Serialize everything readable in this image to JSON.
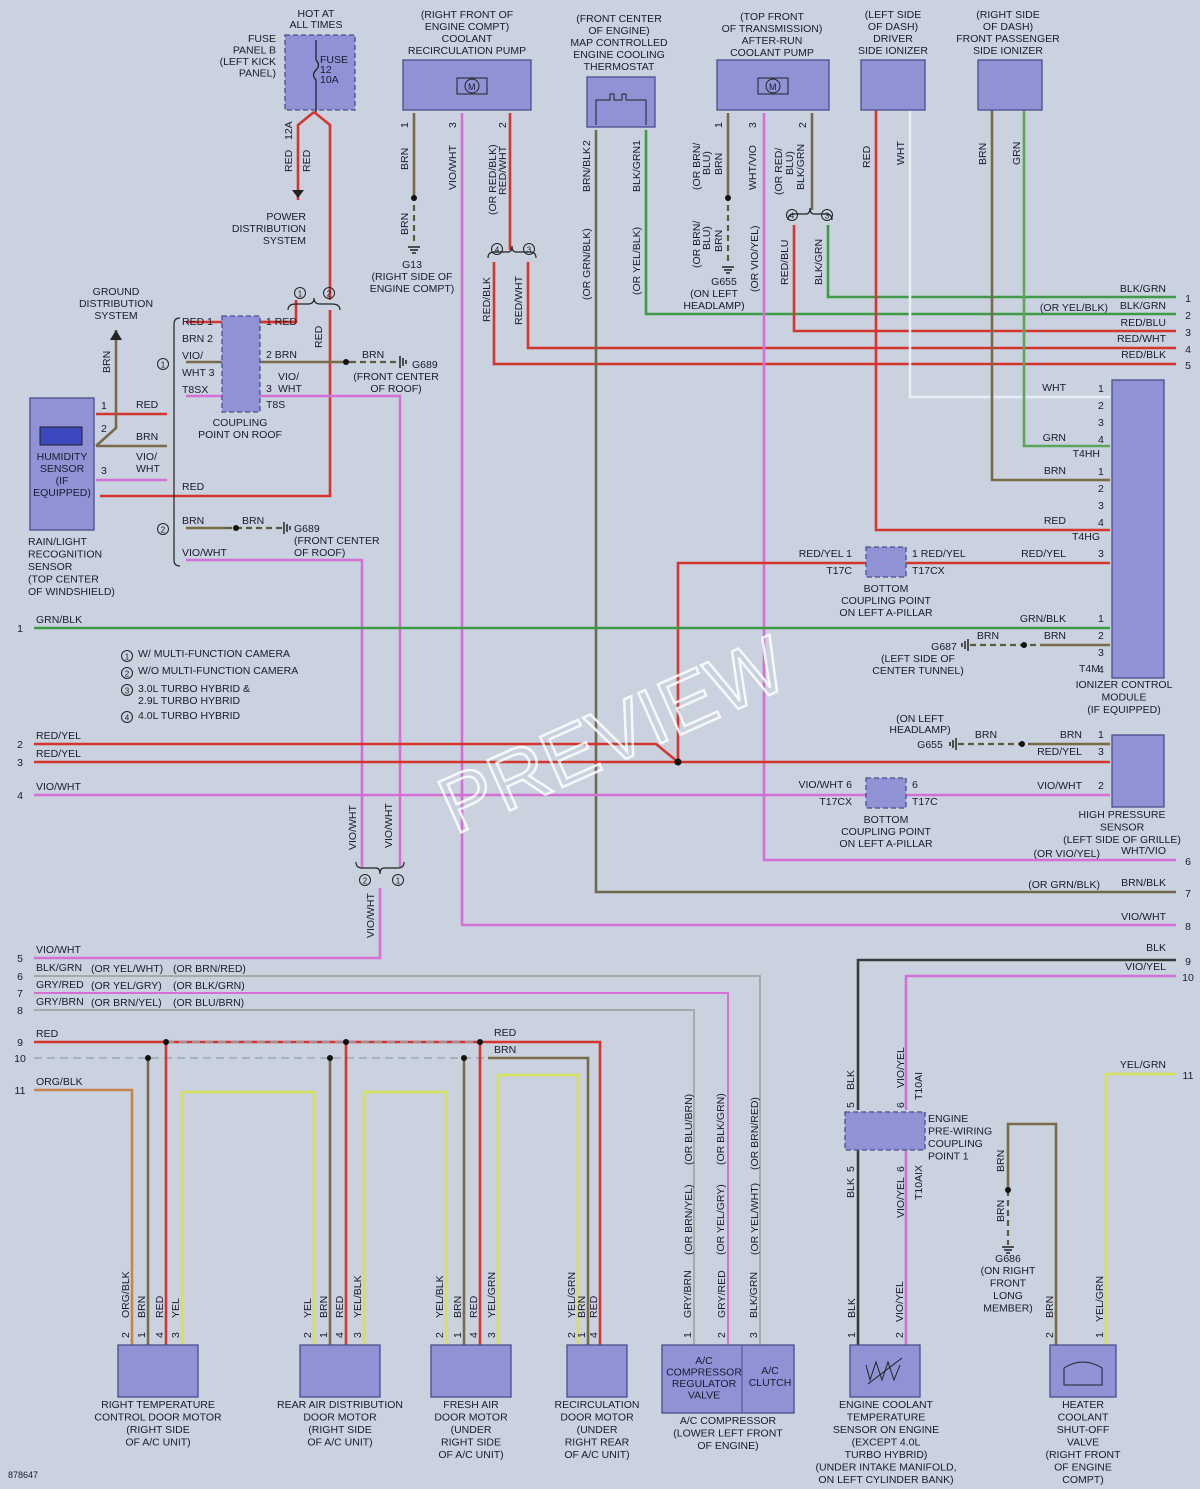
{
  "watermark": "PREVIEW",
  "diagram_id": "878647",
  "fuse_panel": {
    "hot": [
      "HOT AT",
      "ALL TIMES"
    ],
    "panel": [
      "FUSE",
      "PANEL B",
      "(LEFT KICK",
      "PANEL)"
    ],
    "fuse": [
      "FUSE",
      "12",
      "10A"
    ],
    "wire_no": "12A",
    "pds": [
      "POWER",
      "DISTRIBUTION",
      "SYSTEM"
    ]
  },
  "coolant_pump": {
    "title": [
      "(RIGHT FRONT OF",
      "ENGINE COMPT)",
      "COOLANT",
      "RECIRCULATION PUMP"
    ],
    "pins": [
      "1",
      "3",
      "2"
    ],
    "wires": [
      "BRN",
      "VIO/WHT",
      "(OR RED/BLK)",
      "RED/WHT"
    ],
    "ground": "G13",
    "ground_loc": [
      "(RIGHT SIDE OF",
      "ENGINE COMPT)"
    ]
  },
  "thermostat": {
    "title": [
      "(FRONT CENTER",
      "OF ENGINE)",
      "MAP CONTROLLED",
      "ENGINE COOLING",
      "THERMOSTAT"
    ],
    "pins": [
      "2",
      "1"
    ],
    "wires": [
      "BRN/BLK",
      "BLK/GRN",
      "(OR GRN/BLK)",
      "(OR YEL/BLK)"
    ]
  },
  "afterrun_pump": {
    "title": [
      "(TOP FRONT",
      "OF TRANSMISSION)",
      "AFTER-RUN",
      "COOLANT PUMP"
    ],
    "pins": [
      "1",
      "3",
      "2"
    ],
    "wires": [
      "(OR BRN/",
      "BLU)",
      "BRN",
      "WHT/VIO",
      "(OR RED/",
      "BLU)",
      "BLK/GRN",
      "(OR VIO/YEL)",
      "RED/BLU"
    ],
    "ground": "G655",
    "ground_loc": [
      "(ON LEFT",
      "HEADLAMP)"
    ]
  },
  "ionizer_driver": {
    "title": [
      "(LEFT SIDE",
      "OF DASH)",
      "DRIVER",
      "SIDE IONIZER"
    ],
    "wires": [
      "RED",
      "WHT"
    ]
  },
  "ionizer_pass": {
    "title": [
      "(RIGHT SIDE",
      "OF DASH)",
      "FRONT PASSENGER",
      "SIDE IONIZER"
    ],
    "wires": [
      "BRN",
      "GRN"
    ]
  },
  "ground_system": [
    "GROUND",
    "DISTRIBUTION",
    "SYSTEM"
  ],
  "humidity": {
    "label": [
      "HUMIDITY",
      "SENSOR",
      "(IF",
      "EQUIPPED)"
    ],
    "sensor": [
      "RAIN/LIGHT",
      "RECOGNITION",
      "SENSOR",
      "(TOP CENTER",
      "OF WINDSHIELD)"
    ],
    "pins": [
      "1",
      "2",
      "3"
    ],
    "wires": [
      "RED",
      "BRN",
      "VIO/",
      "WHT"
    ]
  },
  "coupling_roof": {
    "label": [
      "COUPLING",
      "POINT ON ROOF"
    ],
    "left": [
      "RED 1",
      "BRN 2",
      "VIO/",
      "WHT 3",
      "T8SX"
    ],
    "right": [
      "1 RED",
      "2  BRN",
      "3",
      "VIO/",
      "WHT",
      "T8S"
    ],
    "ground": "G689",
    "ground_loc": [
      "(FRONT CENTER",
      "OF ROOF)"
    ],
    "variant2": [
      "RED",
      "BRN",
      "BRN",
      "VIO/WHT"
    ]
  },
  "legend": [
    "W/ MULTI-FUNCTION CAMERA",
    "W/O MULTI-FUNCTION CAMERA",
    "3.0L TURBO HYBRID &",
    "2.9L TURBO HYBRID",
    "4.0L TURBO HYBRID"
  ],
  "right_edge": [
    {
      "n": "1",
      "wire": "BLK/GRN"
    },
    {
      "n": "2",
      "wire": "BLK/GRN",
      "alt": "(OR YEL/BLK)"
    },
    {
      "n": "3",
      "wire": "RED/BLU"
    },
    {
      "n": "4",
      "wire": "RED/WHT"
    },
    {
      "n": "5",
      "wire": "RED/BLK"
    },
    {
      "n": "6",
      "wire": "WHT/VIO",
      "alt": "(OR VIO/YEL)"
    },
    {
      "n": "7",
      "wire": "BRN/BLK",
      "alt": "(OR GRN/BLK)"
    },
    {
      "n": "8",
      "wire": "VIO/WHT"
    },
    {
      "n": "9",
      "wire": "BLK"
    },
    {
      "n": "10",
      "wire": "VIO/YEL"
    },
    {
      "n": "11",
      "wire": "YEL/GRN"
    }
  ],
  "ionizer_module": {
    "label": [
      "IONIZER CONTROL",
      "MODULE",
      "(IF EQUIPPED)"
    ],
    "t4hh": "T4HH",
    "t4hg": "T4HG",
    "t4m": "T4M",
    "wires": [
      "WHT",
      "GRN",
      "BRN",
      "RED",
      "RED/YEL",
      "GRN/BLK",
      "BRN"
    ],
    "ground": "G687",
    "ground_loc": [
      "(LEFT SIDE OF",
      "CENTER TUNNEL)"
    ]
  },
  "a_pillar_1": {
    "left": [
      "RED/YEL  1",
      "T17C"
    ],
    "right": [
      "1  RED/YEL",
      "T17CX"
    ],
    "label": [
      "BOTTOM",
      "COUPLING POINT",
      "ON LEFT A-PILLAR"
    ]
  },
  "a_pillar_2": {
    "left": [
      "VIO/WHT  6",
      "T17CX"
    ],
    "right": [
      "6",
      "T17C"
    ],
    "label": [
      "BOTTOM",
      "COUPLING POINT",
      "ON LEFT A-PILLAR"
    ]
  },
  "hp_sensor": {
    "label": [
      "HIGH PRESSURE",
      "SENSOR",
      "(LEFT SIDE OF GRILLE)"
    ],
    "ground": "G655",
    "ground_loc": [
      "(ON LEFT",
      "HEADLAMP)"
    ],
    "wires": [
      "BRN",
      "BRN",
      "RED/YEL",
      "VIO/WHT"
    ]
  },
  "left_edge": [
    {
      "n": "1",
      "wire": "GRN/BLK"
    },
    {
      "n": "2",
      "wire": "RED/YEL"
    },
    {
      "n": "3",
      "wire": "RED/YEL"
    },
    {
      "n": "4",
      "wire": "VIO/WHT"
    },
    {
      "n": "5",
      "wire": "VIO/WHT"
    },
    {
      "n": "6",
      "wire": "BLK/GRN",
      "alt": "(OR YEL/WHT)",
      "alt2": "(OR BRN/RED)"
    },
    {
      "n": "7",
      "wire": "GRY/RED",
      "alt": "(OR YEL/GRY)",
      "alt2": "(OR BLK/GRN)"
    },
    {
      "n": "8",
      "wire": "GRY/BRN",
      "alt": "(OR BRN/YEL)",
      "alt2": "(OR BLU/BRN)"
    },
    {
      "n": "9",
      "wire": "RED"
    },
    {
      "n": "10",
      "wire": ""
    },
    {
      "n": "11",
      "wire": "ORG/BLK"
    }
  ],
  "bottom_wires": {
    "red": "RED",
    "brn": "BRN",
    "vio_a": "VIO/WHT",
    "vio_b": "VIO/WHT",
    "vio_c": "VIO/WHT",
    "alt_vert": [
      "(OR BLU/BRN)",
      "(OR BLK/GRN)",
      "(OR BRN/RED)",
      "(OR BRN/YEL)",
      "(OR YEL/GRY)",
      "(OR YEL/WHT)"
    ]
  },
  "motors": [
    {
      "pins": [
        "2",
        "1",
        "4",
        "3"
      ],
      "wires": [
        "ORG/BLK",
        "BRN",
        "RED",
        "YEL"
      ],
      "label": [
        "RIGHT TEMPERATURE",
        "CONTROL DOOR MOTOR",
        "(RIGHT SIDE",
        "OF A/C UNIT)"
      ]
    },
    {
      "pins": [
        "2",
        "1",
        "4",
        "3"
      ],
      "wires": [
        "YEL",
        "BRN",
        "RED",
        "YEL/BLK"
      ],
      "label": [
        "REAR AIR DISTRIBUTION",
        "DOOR MOTOR",
        "(RIGHT SIDE",
        "OF A/C UNIT)"
      ]
    },
    {
      "pins": [
        "2",
        "1",
        "4",
        "3"
      ],
      "wires": [
        "YEL/BLK",
        "BRN",
        "RED",
        "YEL/GRN"
      ],
      "label": [
        "FRESH AIR",
        "DOOR MOTOR",
        "(UNDER",
        "RIGHT SIDE",
        "OF A/C UNIT)"
      ]
    },
    {
      "pins": [
        "2",
        "1",
        "4"
      ],
      "wires": [
        "YEL/GRN",
        "BRN",
        "RED"
      ],
      "label": [
        "RECIRCULATION",
        "DOOR MOTOR",
        "(UNDER",
        "RIGHT REAR",
        "OF A/C UNIT)"
      ]
    }
  ],
  "compressor": {
    "pins": [
      "1",
      "2",
      "3"
    ],
    "wires": [
      "GRY/BRN",
      "GRY/RED",
      "BLK/GRN"
    ],
    "valve": [
      "A/C",
      "COMPRESSOR",
      "REGULATOR",
      "VALVE"
    ],
    "clutch": [
      "A/C",
      "CLUTCH"
    ],
    "label": [
      "A/C COMPRESSOR",
      "(LOWER LEFT FRONT",
      "OF ENGINE)"
    ]
  },
  "engine_coupling": {
    "label": [
      "ENGINE",
      "PRE-WIRING",
      "COUPLING",
      "POINT 1"
    ],
    "top": [
      "BLK",
      "5",
      "VIO/YEL",
      "6",
      "T10AI"
    ],
    "bottom": [
      "BLK",
      "5",
      "VIO/YEL",
      "6",
      "T10AIX"
    ]
  },
  "coolant_sensor": {
    "pins": [
      "1",
      "2"
    ],
    "wires": [
      "BLK",
      "VIO/YEL"
    ],
    "label": [
      "ENGINE COOLANT",
      "TEMPERATURE",
      "SENSOR ON ENGINE",
      "(EXCEPT 4.0L",
      "TURBO HYBRID)",
      "(UNDER INTAKE MANIFOLD,",
      "ON LEFT CYLINDER BANK)"
    ]
  },
  "heater_valve": {
    "pins": [
      "2",
      "1"
    ],
    "wires": [
      "BRN",
      "YEL/GRN",
      "BRN",
      "BRN"
    ],
    "ground": "G686",
    "ground_loc": [
      "(ON RIGHT",
      "FRONT",
      "LONG",
      "MEMBER)"
    ],
    "label": [
      "HEATER",
      "COOLANT",
      "SHUT-OFF",
      "VALVE",
      "(RIGHT FRONT",
      "OF ENGINE",
      "COMPT)"
    ]
  }
}
